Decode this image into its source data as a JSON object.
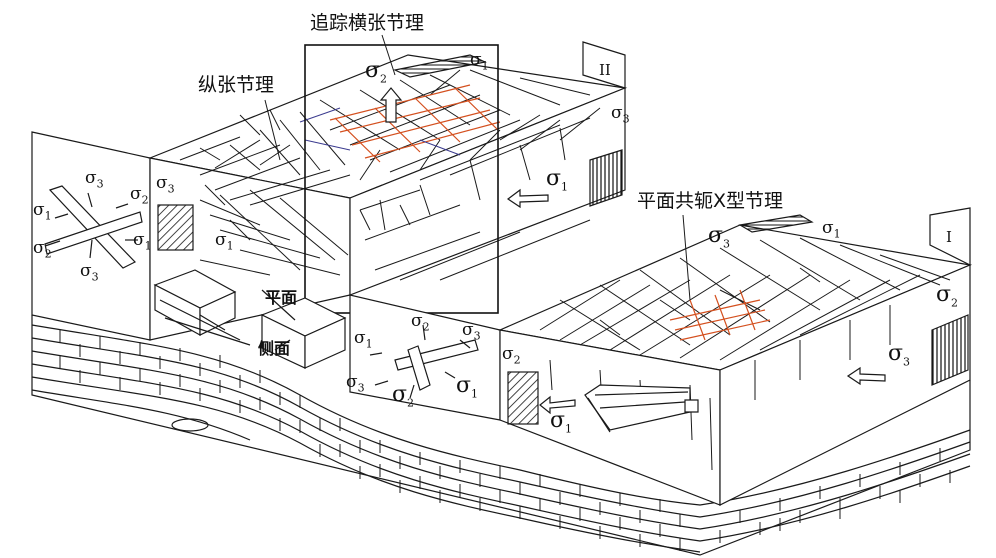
{
  "titles": {
    "tracking_transverse": "追踪横张节理",
    "longitudinal_tension": "纵张节理",
    "conjugate_x": "平面共轭X型节理"
  },
  "face_labels": {
    "plane": "平面",
    "side": "侧面"
  },
  "block_ids": {
    "block_ii": "II",
    "block_i": "I"
  },
  "sigma": {
    "symbol": "σ",
    "s1": "1",
    "s2": "2",
    "s3": "3"
  },
  "colors": {
    "line": "#1a1a1a",
    "highlight_orange": "#d4501f",
    "highlight_blue": "#3b3b8f",
    "background": "#ffffff"
  }
}
